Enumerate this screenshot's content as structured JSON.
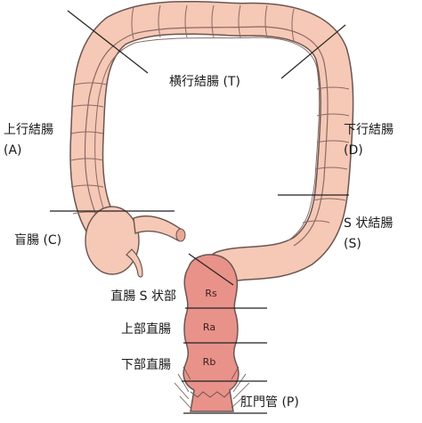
{
  "colors": {
    "bowel_fill": "#f6c8b6",
    "bowel_stroke": "#6a5550",
    "rectum_fill": "#e8928a",
    "line": "#222222",
    "background": "#ffffff"
  },
  "labels": {
    "transverse": "横行結腸 (T)",
    "ascending_name": "上行結腸",
    "ascending_code": "(A)",
    "descending_name": "下行結腸",
    "descending_code": "(D)",
    "cecum": "盲腸 (C)",
    "sigmoid_name": "S 状結腸",
    "sigmoid_code": "(S)",
    "rectosigmoid": "直腸 S 状部",
    "upper_rectum": "上部直腸",
    "lower_rectum": "下部直腸",
    "anal_canal": "肛門管 (P)"
  },
  "segments": {
    "rs": "Rs",
    "ra": "Ra",
    "rb": "Rb"
  }
}
